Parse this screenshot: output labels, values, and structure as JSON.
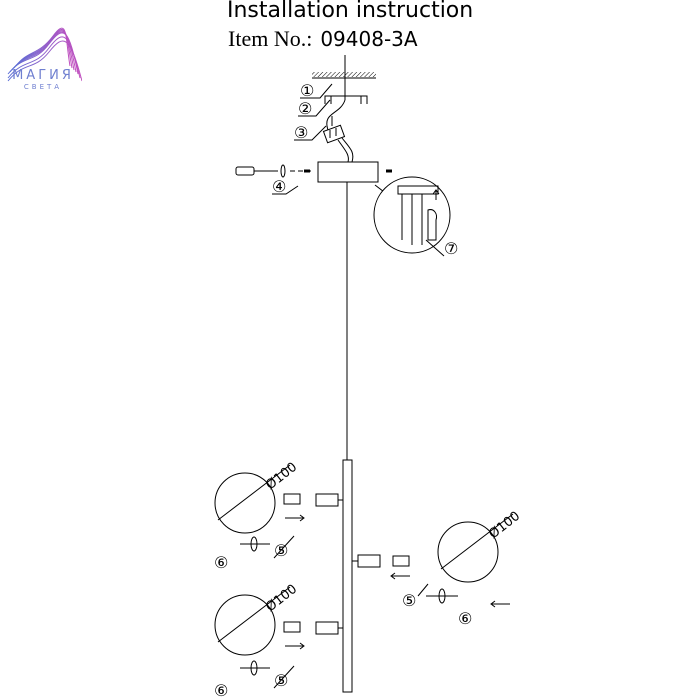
{
  "header": {
    "title": "Installation instruction",
    "item_label": "Item No.:",
    "item_number": "09408-3A"
  },
  "logo": {
    "name": "МАГИЯ",
    "subtitle": "СВЕТА",
    "colors": [
      "#5b6fd6",
      "#b24fc4"
    ]
  },
  "callouts": {
    "c1": "①",
    "c2": "②",
    "c3": "③",
    "c4": "④",
    "c5": "⑤",
    "c6": "⑥",
    "c7": "⑦"
  },
  "globe": {
    "diameter_label": "Ø100"
  }
}
